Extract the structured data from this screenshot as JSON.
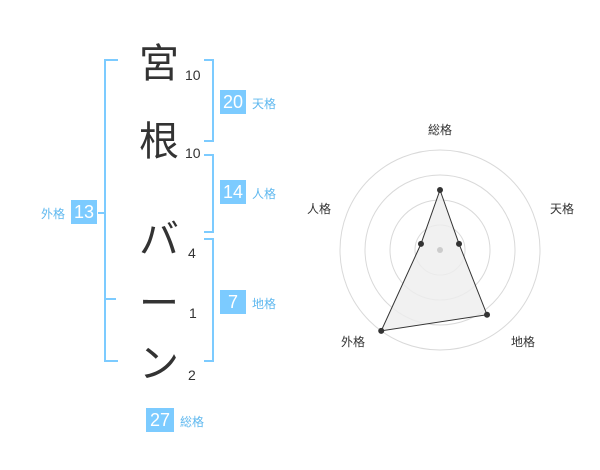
{
  "name_chars": [
    "宮",
    "根",
    "バ",
    "ー",
    "ン"
  ],
  "stroke_counts": [
    "10",
    "10",
    "4",
    "1",
    "2"
  ],
  "fortunes": {
    "tenkaku": {
      "value": "20",
      "label": "天格"
    },
    "jinkaku": {
      "value": "14",
      "label": "人格"
    },
    "chikaku": {
      "value": "7",
      "label": "地格"
    },
    "gaikaku": {
      "value": "13",
      "label": "外格"
    },
    "soukaku": {
      "value": "27",
      "label": "総格"
    }
  },
  "radar": {
    "axes": [
      "総格",
      "天格",
      "地格",
      "外格",
      "人格"
    ],
    "levels": 4,
    "scores": [
      3,
      1,
      4,
      5,
      1
    ],
    "max": 5,
    "colors": {
      "grid": "#d9d9d9",
      "fill": "#eeeeee",
      "line": "#333333",
      "point": "#333333"
    }
  },
  "colors": {
    "accent": "#7ccbff",
    "text": "#333333"
  }
}
